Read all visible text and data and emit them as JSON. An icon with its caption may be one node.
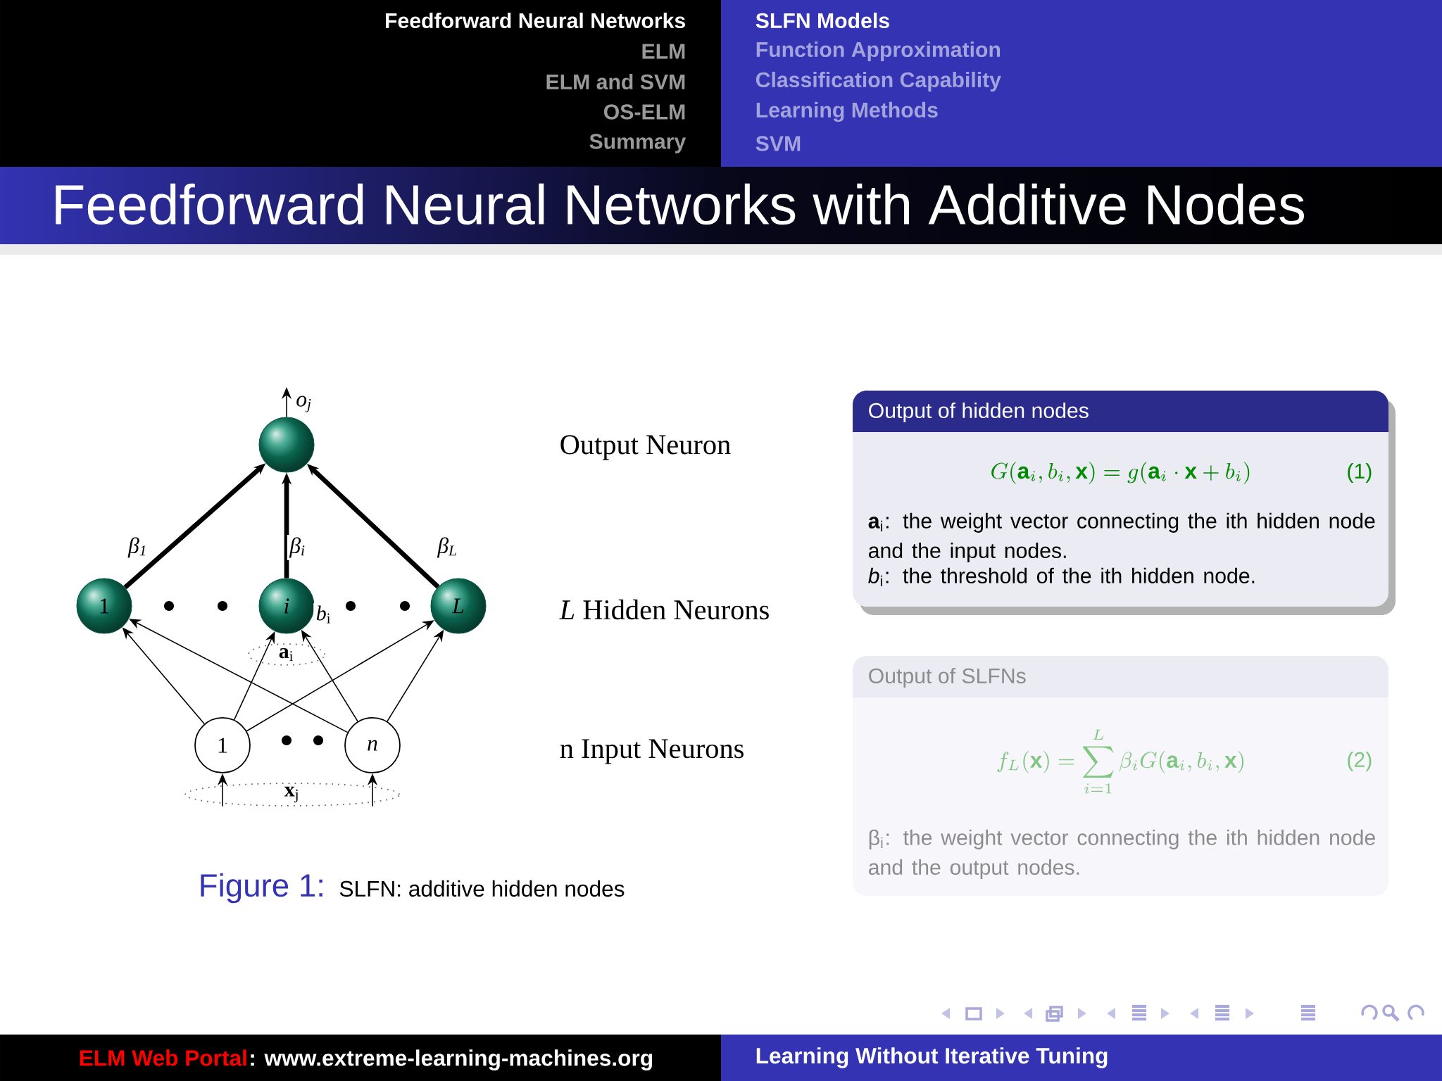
{
  "diagram": {
    "title": "Feedforward Neural Networks with Additive Nodes",
    "caption": "SLFN: additive hidden nodes",
    "nodes": [
      {
        "text": [],
        "shape": "circle"
      },
      {
        "text": [
          "1"
        ]
      },
      {
        "text": [
          "i"
        ],
        "beside": [
          "*b*$_{i}$"
        ]
      },
      {
        "text": [
          "L"
        ]
      },
      {
        "text": [
          "1"
        ]
      },
      {
        "text": [
          "n"
        ]
      },
      {
        "text": [
          "**a**$_{i}$"
        ]
      },
      {
        "text": [
          "**x**$_{j}$"
        ]
      },
      {
        "text": [
          "Output of hidden nodes",
          "G(\\mathbf{a}_i, b_i, \\mathbf{x}) = g(\\mathbf{a}_i \\cdot \\mathbf{x} + b_i)",
          "(1)",
          "**a**$_{i}$: the weight vector connecting the ith hidden node and the input nodes.",
          "*b*$_{i}$: the threshold of the ith hidden node."
        ]
      },
      {
        "text": [
          "Output of SLFNs",
          "f_L(\\mathbf{x}) = \\sum_{i=1}^{L} \\beta_i G(\\mathbf{a}_i, b_i, \\mathbf{x})",
          "(2)",
          "β$_{i}$: the weight vector connecting the ith hidden node and the output nodes."
        ]
      }
    ],
    "edges": [
      {
        "from": 1,
        "to": 0,
        "arrow": "to",
        "style": "thick",
        "label": "β$_{1}$"
      },
      {
        "from": 2,
        "to": 0,
        "arrow": "to",
        "style": "thick",
        "label": "β$_{i}$"
      },
      {
        "from": 3,
        "to": 0,
        "arrow": "to",
        "style": "thick",
        "label": "β$_{L}$"
      },
      {
        "from": 0,
        "to": null,
        "arrow": "to",
        "label": "o$_{j}$"
      },
      {
        "from": 4,
        "to": 1,
        "arrow": "to"
      },
      {
        "from": 4,
        "to": 2,
        "arrow": "to"
      },
      {
        "from": 4,
        "to": 3,
        "arrow": "to"
      },
      {
        "from": 5,
        "to": 1,
        "arrow": "to"
      },
      {
        "from": 5,
        "to": 2,
        "arrow": "to"
      },
      {
        "from": 5,
        "to": 3,
        "arrow": "to"
      },
      {
        "from": 7,
        "to": 4,
        "arrow": "to"
      },
      {
        "from": 7,
        "to": 5,
        "arrow": "to"
      }
    ],
    "labels": [
      "Feedforward Neural Networks",
      "ELM",
      "ELM and SVM",
      "OS-ELM",
      "Summary",
      "SLFN Models",
      "Function Approximation",
      "Classification Capability",
      "Learning Methods",
      "SVM",
      "Output Neuron",
      "*L* Hidden Neurons",
      "n Input Neurons",
      "Figure 1:",
      "ELM Web Portal",
      ": www.extreme-learning-machines.org",
      "Learning Without Iterative Tuning"
    ]
  }
}
